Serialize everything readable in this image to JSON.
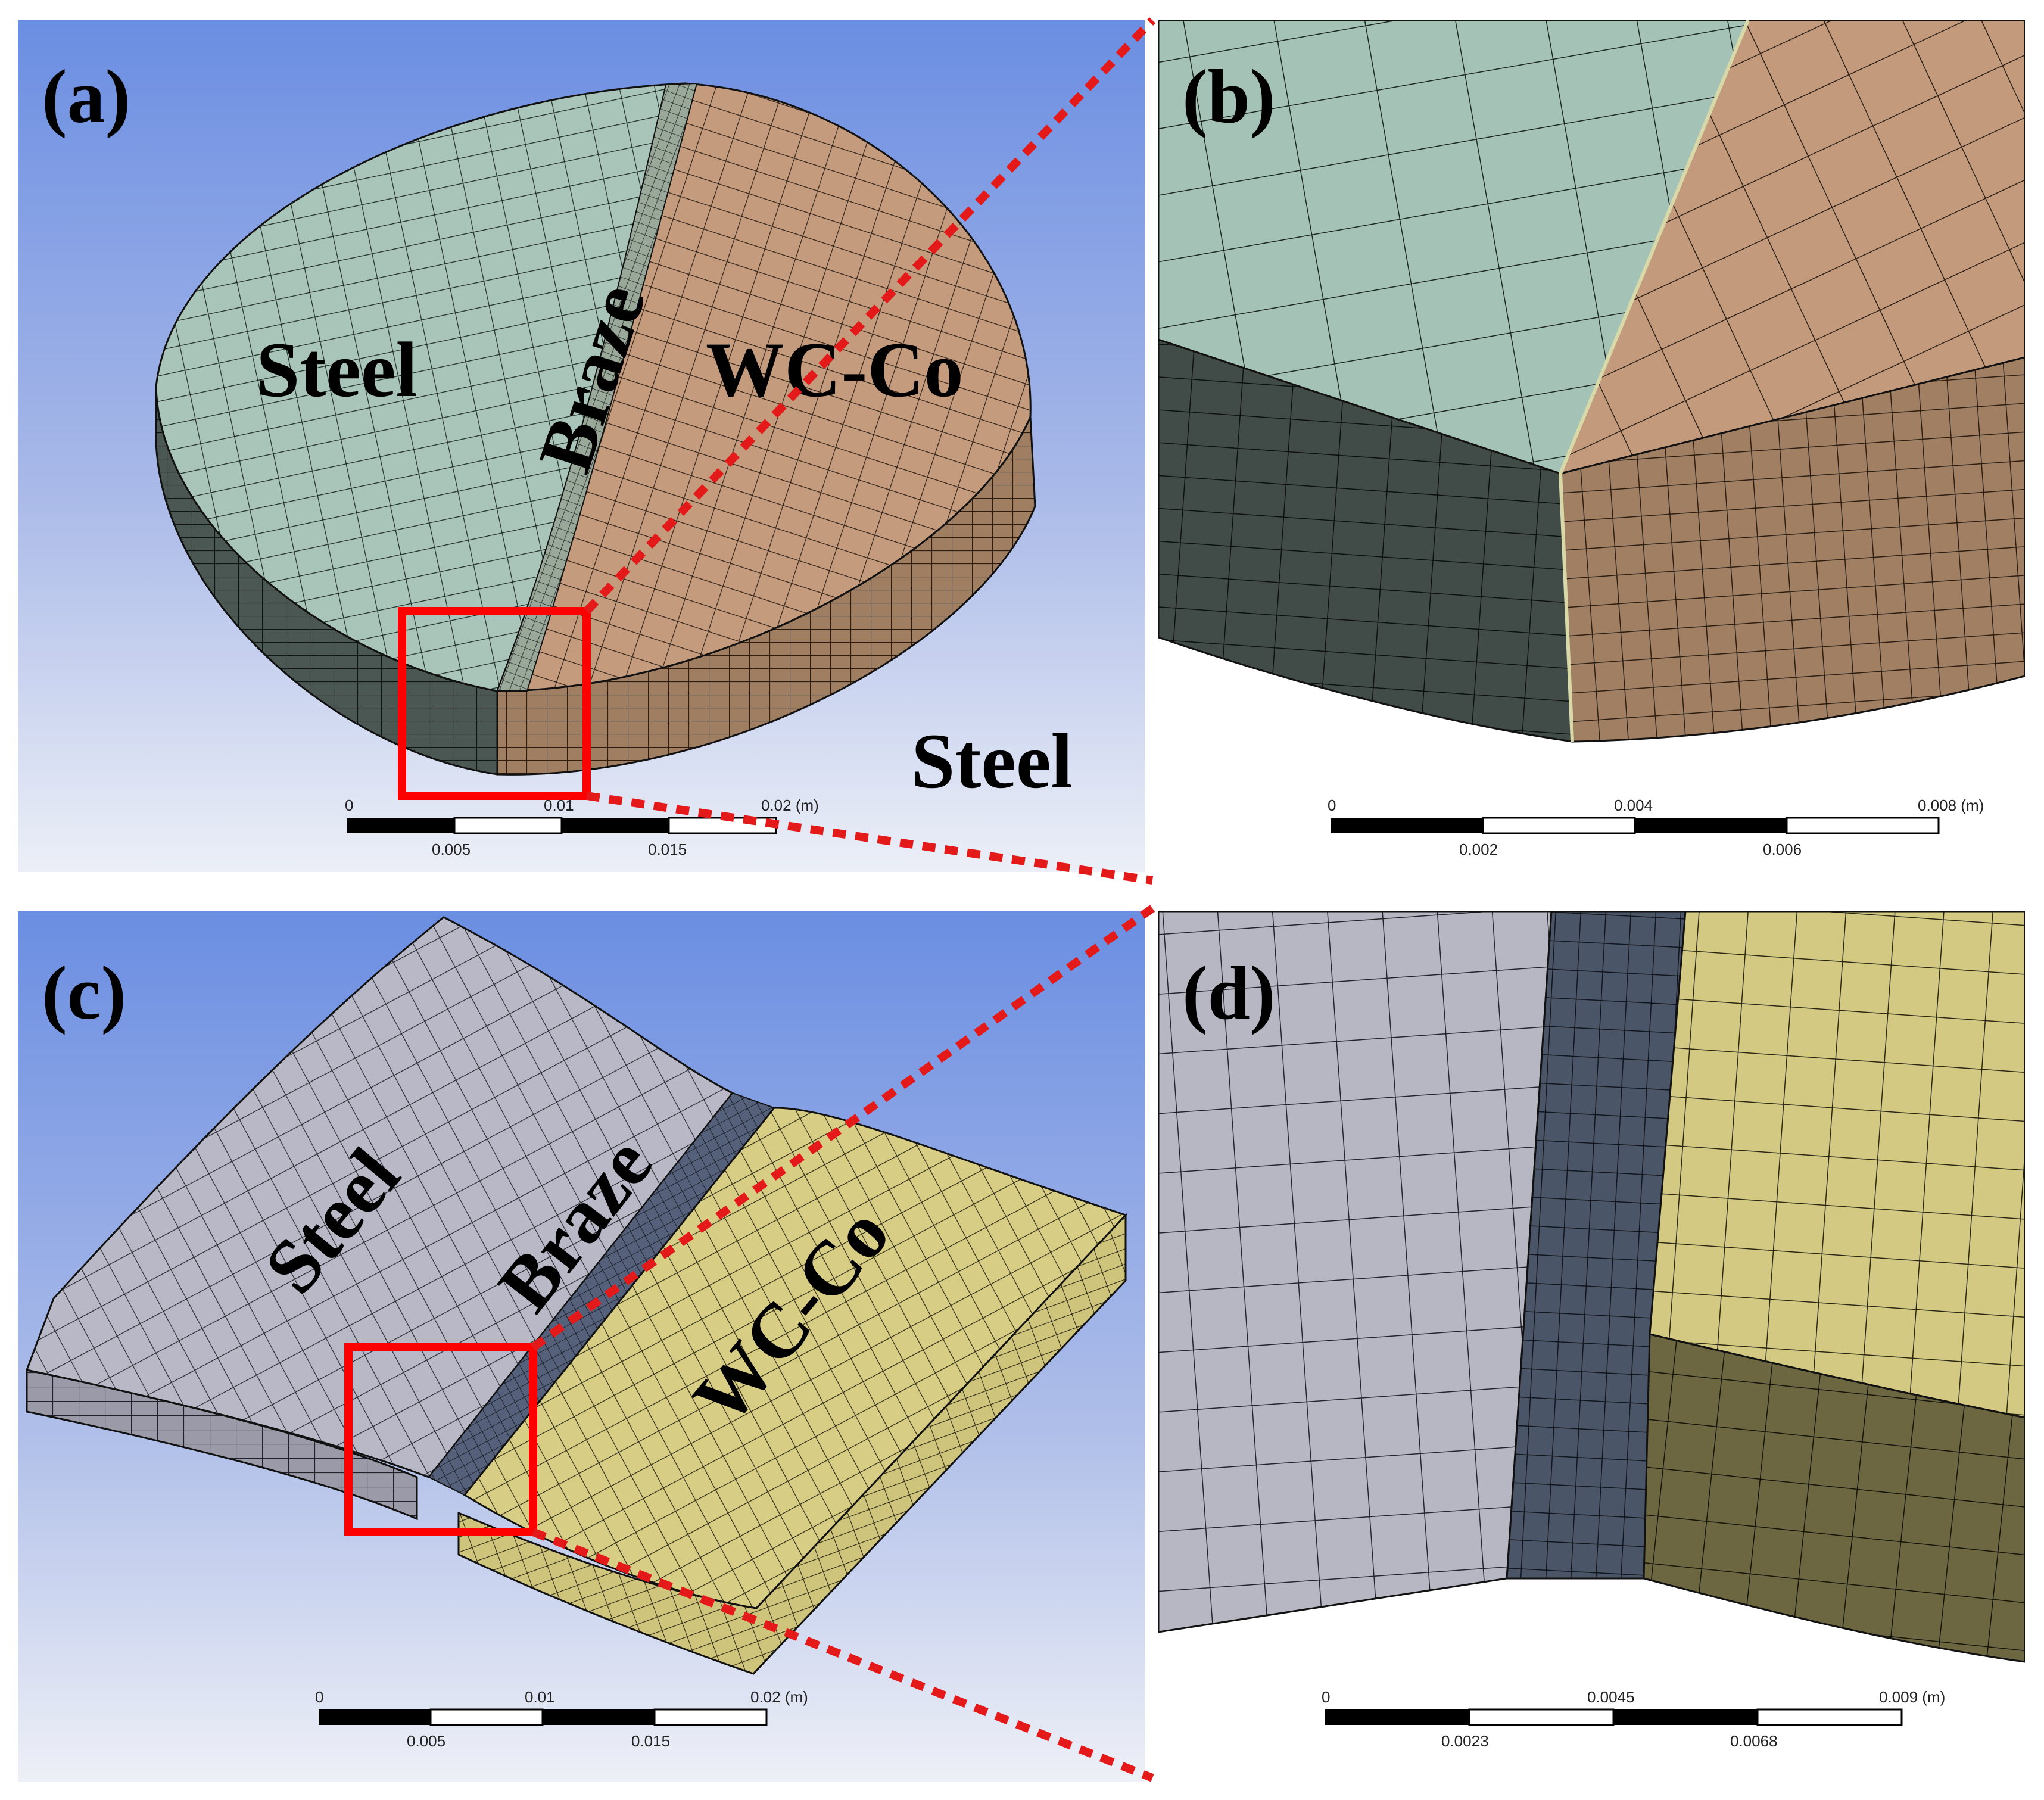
{
  "panels": {
    "a": {
      "label": "(a)",
      "materials": {
        "steel_top": "Steel",
        "braze": "Braze",
        "wcco": "WC-Co",
        "steel_side": "Steel"
      },
      "scale_bar": {
        "top": [
          "0",
          "0.01",
          "0.02 (m)"
        ],
        "bottom": [
          "0.005",
          "0.015"
        ]
      }
    },
    "b": {
      "label": "(b)",
      "scale_bar": {
        "top": [
          "0",
          "0.004",
          "0.008 (m)"
        ],
        "bottom": [
          "0.002",
          "0.006"
        ]
      }
    },
    "c": {
      "label": "(c)",
      "materials": {
        "steel": "Steel",
        "braze": "Braze",
        "wcco": "WC-Co"
      },
      "scale_bar": {
        "top": [
          "0",
          "0.01",
          "0.02 (m)"
        ],
        "bottom": [
          "0.005",
          "0.015"
        ]
      }
    },
    "d": {
      "label": "(d)",
      "scale_bar": {
        "top": [
          "0",
          "0.0045",
          "0.009 (m)"
        ],
        "bottom": [
          "0.0023",
          "0.0068"
        ]
      }
    }
  },
  "colors": {
    "background_top": "#6e8fe0",
    "background_bottom": "#e9ecf6",
    "steel_a": "#a9c4b8",
    "steel_a_side": "#3f4b47",
    "wcco_a": "#c59b7d",
    "wcco_a_side": "#97765a",
    "steel_c": "#b9b9c6",
    "braze_c": "#4f5b6c",
    "wcco_c": "#d7cd84",
    "wcco_c_side": "#6e6a43",
    "zoom_box": "#ff0000",
    "zoom_line": "#e41a1a"
  }
}
